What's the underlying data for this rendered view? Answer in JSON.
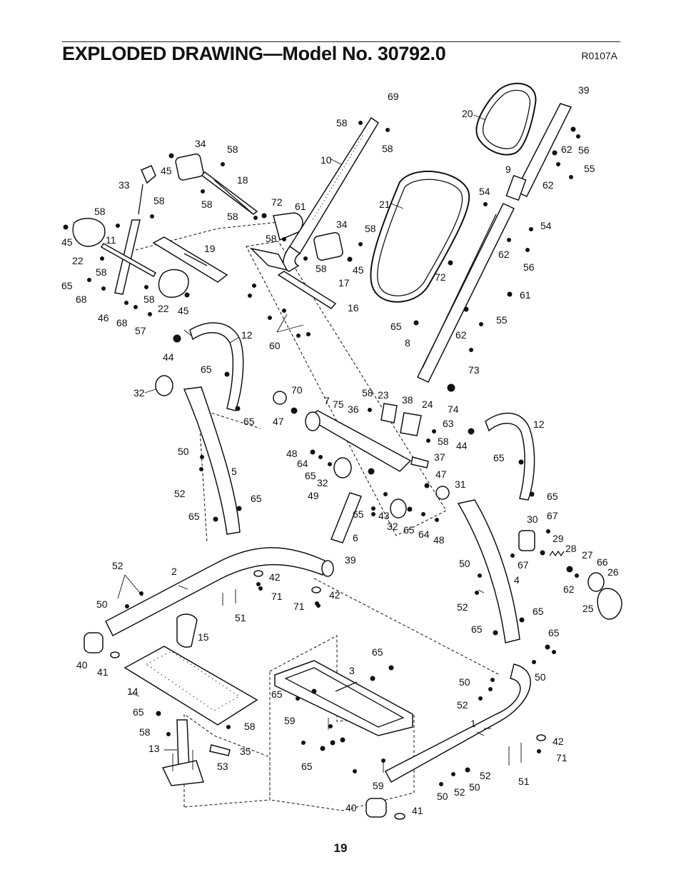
{
  "header": {
    "title": "EXPLODED DRAWING—Model No. 30792.0",
    "drawing_code": "R0107A"
  },
  "footer": {
    "page_number": "19"
  },
  "callouts": [
    {
      "id": "c69",
      "text": "69"
    },
    {
      "id": "c58a",
      "text": "58"
    },
    {
      "id": "c58b",
      "text": "58"
    },
    {
      "id": "c10",
      "text": "10"
    },
    {
      "id": "c39a",
      "text": "39"
    },
    {
      "id": "c20",
      "text": "20"
    },
    {
      "id": "c62a",
      "text": "62"
    },
    {
      "id": "c56a",
      "text": "56"
    },
    {
      "id": "c9",
      "text": "9"
    },
    {
      "id": "c55a",
      "text": "55"
    },
    {
      "id": "c62b",
      "text": "62"
    },
    {
      "id": "c34a",
      "text": "34"
    },
    {
      "id": "c58c",
      "text": "58"
    },
    {
      "id": "c45a",
      "text": "45"
    },
    {
      "id": "c18",
      "text": "18"
    },
    {
      "id": "c33",
      "text": "33"
    },
    {
      "id": "c58d",
      "text": "58"
    },
    {
      "id": "c58e",
      "text": "58"
    },
    {
      "id": "c58f",
      "text": "58"
    },
    {
      "id": "c72a",
      "text": "72"
    },
    {
      "id": "c61a",
      "text": "61"
    },
    {
      "id": "c21",
      "text": "21"
    },
    {
      "id": "c54a",
      "text": "54"
    },
    {
      "id": "c54b",
      "text": "54"
    },
    {
      "id": "c58g",
      "text": "58"
    },
    {
      "id": "c11",
      "text": "11"
    },
    {
      "id": "c45b",
      "text": "45"
    },
    {
      "id": "c22a",
      "text": "22"
    },
    {
      "id": "c58h",
      "text": "58"
    },
    {
      "id": "c34b",
      "text": "34"
    },
    {
      "id": "c58i",
      "text": "58"
    },
    {
      "id": "c58j",
      "text": "58"
    },
    {
      "id": "c19",
      "text": "19"
    },
    {
      "id": "c45c",
      "text": "45"
    },
    {
      "id": "c62c",
      "text": "62"
    },
    {
      "id": "c56b",
      "text": "56"
    },
    {
      "id": "c72b",
      "text": "72"
    },
    {
      "id": "c61b",
      "text": "61"
    },
    {
      "id": "c65a",
      "text": "65"
    },
    {
      "id": "c68a",
      "text": "68"
    },
    {
      "id": "c58k",
      "text": "58"
    },
    {
      "id": "c22b",
      "text": "22"
    },
    {
      "id": "c45d",
      "text": "45"
    },
    {
      "id": "c46",
      "text": "46"
    },
    {
      "id": "c68b",
      "text": "68"
    },
    {
      "id": "c57",
      "text": "57"
    },
    {
      "id": "c58l",
      "text": "58"
    },
    {
      "id": "c17",
      "text": "17"
    },
    {
      "id": "c16",
      "text": "16"
    },
    {
      "id": "c60",
      "text": "60"
    },
    {
      "id": "c55b",
      "text": "55"
    },
    {
      "id": "c65b",
      "text": "65"
    },
    {
      "id": "c62d",
      "text": "62"
    },
    {
      "id": "c8",
      "text": "8"
    },
    {
      "id": "c73",
      "text": "73"
    },
    {
      "id": "c12a",
      "text": "12"
    },
    {
      "id": "c44a",
      "text": "44"
    },
    {
      "id": "c65c",
      "text": "65"
    },
    {
      "id": "c32a",
      "text": "32"
    },
    {
      "id": "c65d",
      "text": "65"
    },
    {
      "id": "c70",
      "text": "70"
    },
    {
      "id": "c47a",
      "text": "47"
    },
    {
      "id": "c7",
      "text": "7"
    },
    {
      "id": "c75",
      "text": "75"
    },
    {
      "id": "c36",
      "text": "36"
    },
    {
      "id": "c58m",
      "text": "58"
    },
    {
      "id": "c23",
      "text": "23"
    },
    {
      "id": "c38",
      "text": "38"
    },
    {
      "id": "c24",
      "text": "24"
    },
    {
      "id": "c74",
      "text": "74"
    },
    {
      "id": "c63",
      "text": "63"
    },
    {
      "id": "c58n",
      "text": "58"
    },
    {
      "id": "c12b",
      "text": "12"
    },
    {
      "id": "c44b",
      "text": "44"
    },
    {
      "id": "c50a",
      "text": "50"
    },
    {
      "id": "c48a",
      "text": "48"
    },
    {
      "id": "c64a",
      "text": "64"
    },
    {
      "id": "c37",
      "text": "37"
    },
    {
      "id": "c65e",
      "text": "65"
    },
    {
      "id": "c65f",
      "text": "65"
    },
    {
      "id": "c5",
      "text": "5"
    },
    {
      "id": "c32b",
      "text": "32"
    },
    {
      "id": "c47b",
      "text": "47"
    },
    {
      "id": "c31",
      "text": "31"
    },
    {
      "id": "c52a",
      "text": "52"
    },
    {
      "id": "c49",
      "text": "49"
    },
    {
      "id": "c65g",
      "text": "65"
    },
    {
      "id": "c65h",
      "text": "65"
    },
    {
      "id": "c65i",
      "text": "65"
    },
    {
      "id": "c43",
      "text": "43"
    },
    {
      "id": "c65j",
      "text": "65"
    },
    {
      "id": "c32c",
      "text": "32"
    },
    {
      "id": "c65k",
      "text": "65"
    },
    {
      "id": "c64b",
      "text": "64"
    },
    {
      "id": "c48b",
      "text": "48"
    },
    {
      "id": "c30",
      "text": "30"
    },
    {
      "id": "c67a",
      "text": "67"
    },
    {
      "id": "c6",
      "text": "6"
    },
    {
      "id": "c29",
      "text": "29"
    },
    {
      "id": "c39b",
      "text": "39"
    },
    {
      "id": "c28",
      "text": "28"
    },
    {
      "id": "c27",
      "text": "27"
    },
    {
      "id": "c66",
      "text": "66"
    },
    {
      "id": "c26",
      "text": "26"
    },
    {
      "id": "c52b",
      "text": "52"
    },
    {
      "id": "c2",
      "text": "2"
    },
    {
      "id": "c42a",
      "text": "42"
    },
    {
      "id": "c50b",
      "text": "50"
    },
    {
      "id": "c67b",
      "text": "67"
    },
    {
      "id": "c71a",
      "text": "71"
    },
    {
      "id": "c4",
      "text": "4"
    },
    {
      "id": "c62e",
      "text": "62"
    },
    {
      "id": "c42b",
      "text": "42"
    },
    {
      "id": "c25",
      "text": "25"
    },
    {
      "id": "c50c",
      "text": "50"
    },
    {
      "id": "c71b",
      "text": "71"
    },
    {
      "id": "c51a",
      "text": "51"
    },
    {
      "id": "c52c",
      "text": "52"
    },
    {
      "id": "c65l",
      "text": "65"
    },
    {
      "id": "c65m",
      "text": "65"
    },
    {
      "id": "c65n",
      "text": "65"
    },
    {
      "id": "c15",
      "text": "15"
    },
    {
      "id": "c40a",
      "text": "40"
    },
    {
      "id": "c41a",
      "text": "41"
    },
    {
      "id": "c50d",
      "text": "50"
    },
    {
      "id": "c65o",
      "text": "65"
    },
    {
      "id": "c3",
      "text": "3"
    },
    {
      "id": "c14",
      "text": "14"
    },
    {
      "id": "c65p",
      "text": "65"
    },
    {
      "id": "c50e",
      "text": "50"
    },
    {
      "id": "c52d",
      "text": "52"
    },
    {
      "id": "c65q",
      "text": "65"
    },
    {
      "id": "c59a",
      "text": "59"
    },
    {
      "id": "c58o",
      "text": "58"
    },
    {
      "id": "c58p",
      "text": "58"
    },
    {
      "id": "c1",
      "text": "1"
    },
    {
      "id": "c35",
      "text": "35"
    },
    {
      "id": "c13",
      "text": "13"
    },
    {
      "id": "c42c",
      "text": "42"
    },
    {
      "id": "c71c",
      "text": "71"
    },
    {
      "id": "c53",
      "text": "53"
    },
    {
      "id": "c65r",
      "text": "65"
    },
    {
      "id": "c52e",
      "text": "52"
    },
    {
      "id": "c50f",
      "text": "50"
    },
    {
      "id": "c51b",
      "text": "51"
    },
    {
      "id": "c59b",
      "text": "59"
    },
    {
      "id": "c50g",
      "text": "50"
    },
    {
      "id": "c52f",
      "text": "52"
    },
    {
      "id": "c40b",
      "text": "40"
    },
    {
      "id": "c41b",
      "text": "41"
    }
  ]
}
